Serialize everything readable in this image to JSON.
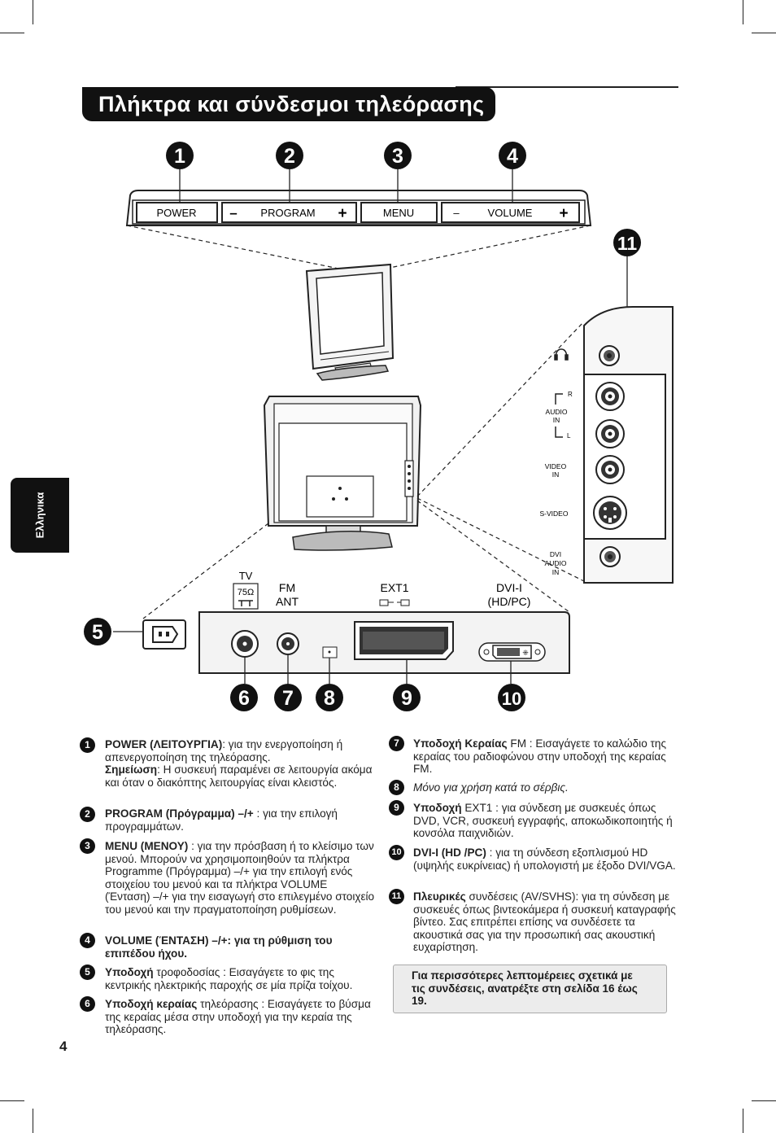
{
  "page_title": "Πλήκτρα και σύνδεσμοι τηλεόρασης",
  "language_tab": "Ελληνικα",
  "page_number": "4",
  "callouts": [
    "1",
    "2",
    "3",
    "4",
    "5",
    "6",
    "7",
    "8",
    "9",
    "10",
    "11"
  ],
  "control_panel": {
    "power": "POWER",
    "program": "PROGRAM",
    "menu": "MENU",
    "volume": "VOLUME",
    "minus": "–",
    "plus": "+"
  },
  "rear_panel_labels": {
    "tv": "TV",
    "ohm": "75Ω",
    "fm": "FM",
    "ant": "ANT",
    "ext1": "EXT1",
    "dvi_i": "DVI-I",
    "hdpc": "(HD/PC)"
  },
  "side_panel_labels": {
    "r": "R",
    "l": "L",
    "audio": "AUDIO",
    "in": "IN",
    "video": "VIDEO",
    "svideo": "S-VIDEO",
    "dvi": "DVI"
  },
  "items_left": [
    {
      "num": "1",
      "bold": "POWER (ΛΕΙΤΟΥΡΓΙΑ)",
      "text": ": για την ενεργοποίηση ή απενεργοποίηση της τηλεόρασης.",
      "note_bold": "Σημείωση",
      "note_text": ": Η συσκευή παραμένει σε λειτουργία ακόμα και όταν ο διακόπτης λειτουργίας είναι κλειστός."
    },
    {
      "num": "2",
      "bold": "PROGRAM (Πρόγραμμα) –/+",
      "text": " : για την επιλογή προγραμμάτων."
    },
    {
      "num": "3",
      "bold": "MENU (ΜΕΝΟΥ)",
      "text": " : για την πρόσβαση ή το κλείσιμο των μενού. Μπορούν να χρησιμοποιηθούν τα πλήκτρα Programme (Πρόγραμμα) –/+ για την επιλογή ενός στοιχείου του μενού και τα πλήκτρα VOLUME (Ένταση) –/+ για την εισαγωγή στο επιλεγμένο στοιχείο του μενού και την πραγματοποίηση ρυθμίσεων."
    },
    {
      "num": "4",
      "bold": "VOLUME (ΈΝΤΑΣΗ) –/+: για τη ρύθμιση του επιπέδου ήχου.",
      "text": ""
    },
    {
      "num": "5",
      "bold": "Υποδοχή",
      "text": " τροφοδοσίας : Εισαγάγετε το φις της κεντρικής ηλεκτρικής παροχής σε μία πρίζα τοίχου."
    },
    {
      "num": "6",
      "bold": "Υποδοχή κεραίας",
      "text": " τηλεόρασης : Εισαγάγετε το βύσμα της κεραίας μέσα στην υποδοχή για την κεραία της τηλεόρασης."
    }
  ],
  "items_right": [
    {
      "num": "7",
      "bold": "Υποδοχή Κεραίας",
      "text": " FM : Εισαγάγετε το καλώδιο της κεραίας του ραδιοφώνου στην υποδοχή της κεραίας FM."
    },
    {
      "num": "8",
      "italic": "Μόνο για χρήση κατά το σέρβις."
    },
    {
      "num": "9",
      "bold": "Υποδοχή",
      "text": "  EXT1 : για σύνδεση με συσκευές όπως DVD, VCR, συσκευή εγγραφής, αποκωδικοποιητής ή κονσόλα παιχνιδιών."
    },
    {
      "num": "10",
      "bold": "DVI-I (HD /PC)",
      "text": "  : για τη σύνδεση εξοπλισμού HD (υψηλής ευκρίνειας) ή υπολογιστή με έξοδο DVI/VGA."
    },
    {
      "num": "11",
      "bold": "Πλευρικές",
      "text": " συνδέσεις (AV/SVHS): για τη σύνδεση με συσκευές όπως βιντεοκάμερα ή συσκευή καταγραφής βίντεο. Σας επιτρέπει επίσης να συνδέσετε τα ακουστικά σας για την προσωπική σας ακουστική ευχαρίστηση."
    }
  ],
  "note_box": "Για περισσότερες λεπτομέρειες σχετικά με τις συνδέσεις, ανατρέξτε στη σελίδα 16 έως 19."
}
